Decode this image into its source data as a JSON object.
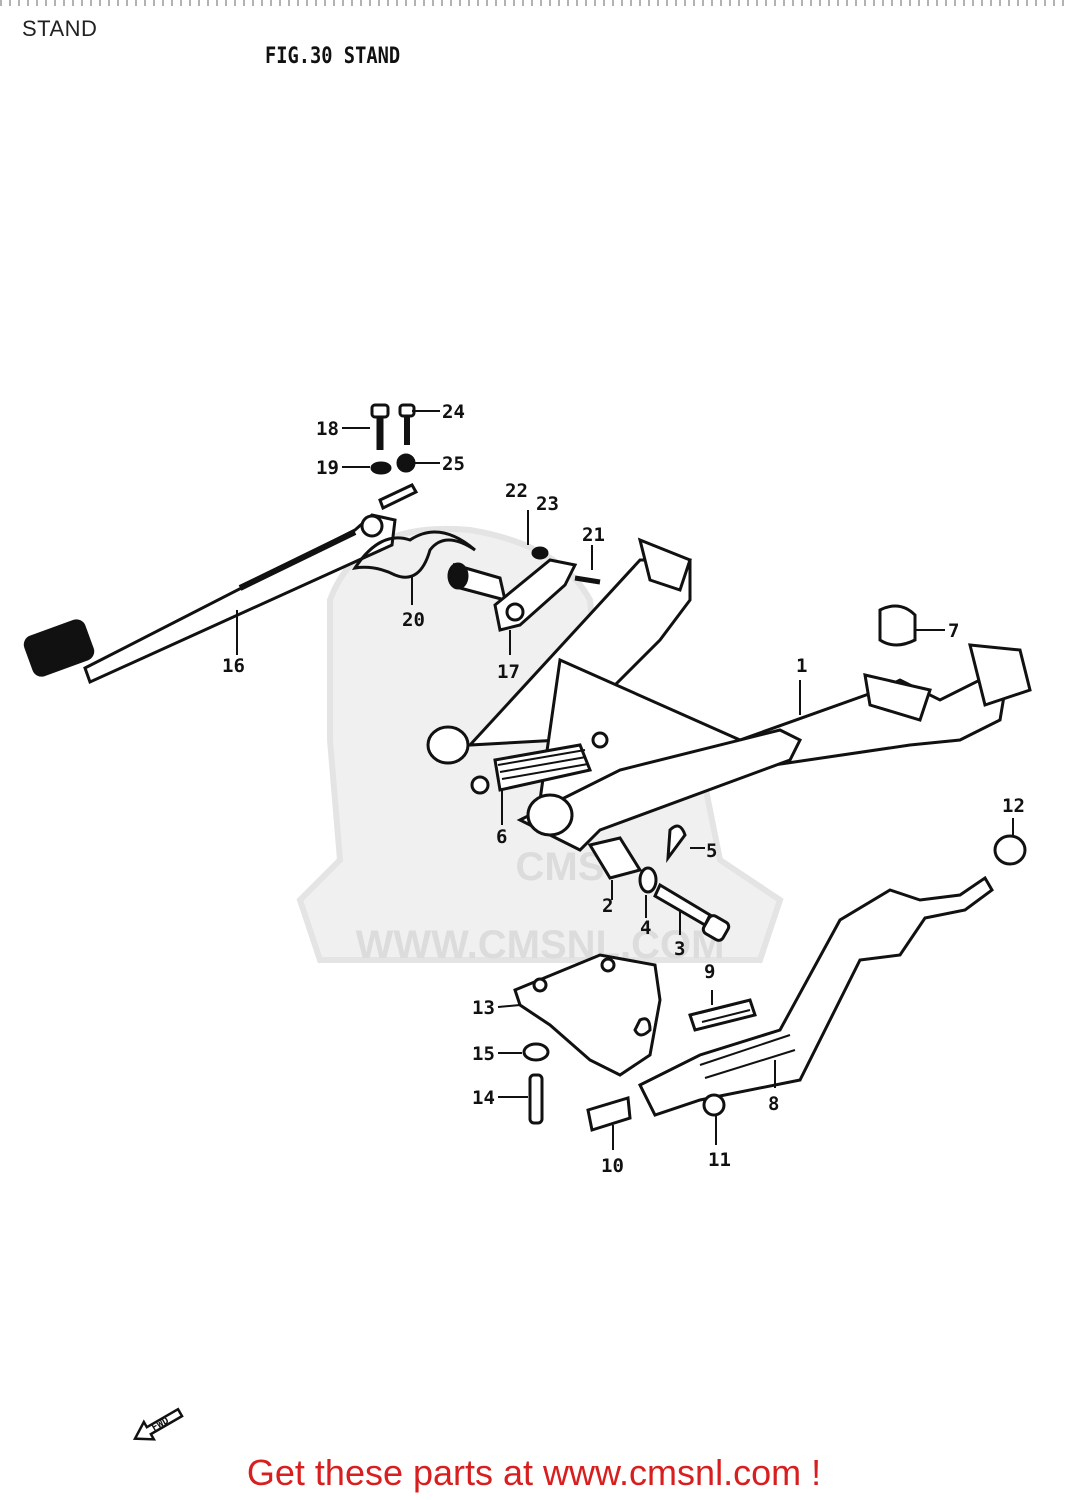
{
  "header": {
    "page_label": "STAND",
    "figure_title": "FIG.30  STAND"
  },
  "watermark": {
    "text": "WWW.CMSNL.COM",
    "logo_text": "CMS"
  },
  "callouts": [
    "1",
    "2",
    "3",
    "4",
    "5",
    "6",
    "7",
    "8",
    "9",
    "10",
    "11",
    "12",
    "13",
    "14",
    "15",
    "16",
    "17",
    "18",
    "19",
    "20",
    "21",
    "22",
    "23",
    "24",
    "25"
  ],
  "fwd_label": "FWD",
  "footer": {
    "text": "Get these parts at www.cmsnl.com !",
    "color": "#d81e1e"
  }
}
